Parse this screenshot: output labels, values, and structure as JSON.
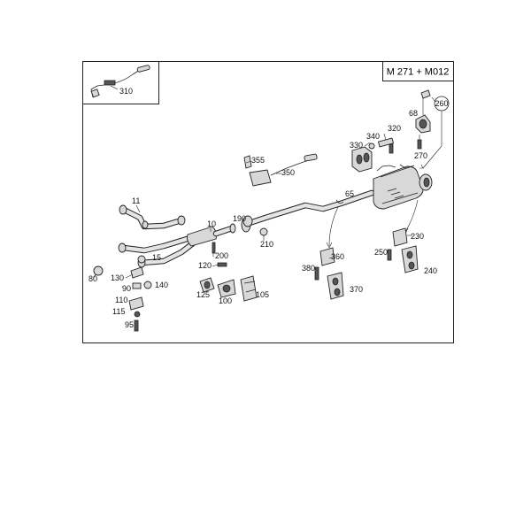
{
  "engine_tag": "M 271 + M012",
  "callouts": {
    "p310": "310",
    "p260": "260",
    "p68": "68",
    "p340": "340",
    "p320": "320",
    "p330": "330",
    "p270": "270",
    "p355": "355",
    "p350": "350",
    "p65": "65",
    "p11": "11",
    "p10": "10",
    "p190": "190",
    "p210": "210",
    "p200": "200",
    "p15": "15",
    "p80": "80",
    "p130": "130",
    "p140": "140",
    "p90": "90",
    "p120": "120",
    "p125": "125",
    "p100": "100",
    "p105": "105",
    "p110": "110",
    "p115": "115",
    "p95": "95",
    "p360": "360",
    "p380": "380",
    "p370": "370",
    "p230": "230",
    "p250": "250",
    "p240": "240"
  }
}
